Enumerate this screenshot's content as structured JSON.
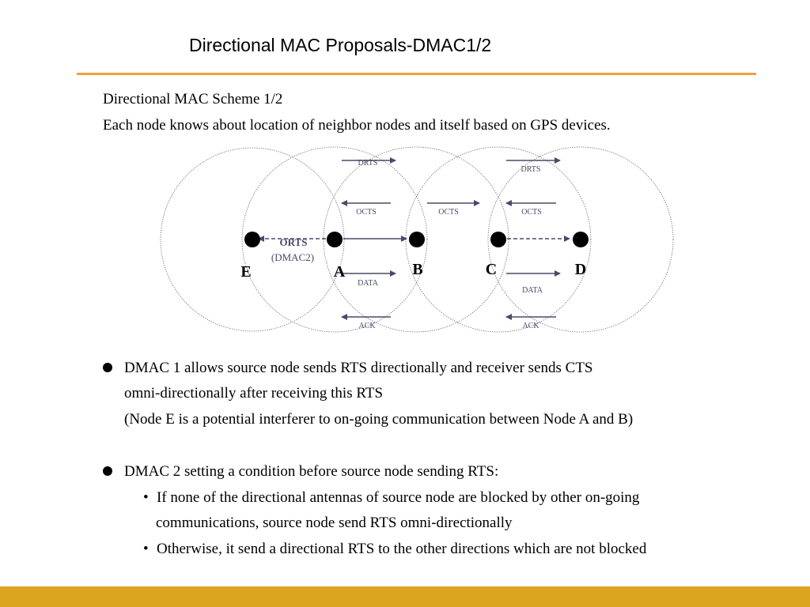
{
  "slide": {
    "title": "Directional MAC Proposals-DMAC1/2",
    "intro_line1": "Directional MAC Scheme 1/2",
    "intro_line2": "Each node knows about location of neighbor nodes and itself based on GPS devices."
  },
  "diagram": {
    "nodes": [
      "E",
      "A",
      "B",
      "C",
      "D"
    ],
    "labels": {
      "drts_ab": "DRTS",
      "drts_cd": "DRTS",
      "octs_a": "OCTS",
      "octs_b": "OCTS",
      "octs_c": "OCTS",
      "orts": "ORTS",
      "orts_note": "(DMAC2)",
      "data_ab": "DATA",
      "data_cd": "DATA",
      "ack_ab": "ACK",
      "ack_cd": "ACK"
    },
    "colors": {
      "arrow": "#4a4a6a",
      "range_circle": "#555566",
      "node": "#000000"
    }
  },
  "bullets": {
    "b1_line1": "DMAC 1 allows source node sends RTS directionally and receiver sends CTS",
    "b1_line2": "omni-directionally after receiving this RTS",
    "b1_line3": "(Node E is a potential interferer to on-going communication between Node A and B)",
    "b2_line1": "DMAC 2 setting a condition before source node sending RTS:",
    "b2_sub1_line1": "If none of the directional antennas of source node are blocked by other on-going",
    "b2_sub1_line2": "communications, source node send RTS omni-directionally",
    "b2_sub2": "Otherwise, it send a directional RTS to the other directions which are not blocked",
    "sub_marker": "•"
  },
  "theme": {
    "title_rule": "#f0a040",
    "footer_bar": "#dba520"
  }
}
